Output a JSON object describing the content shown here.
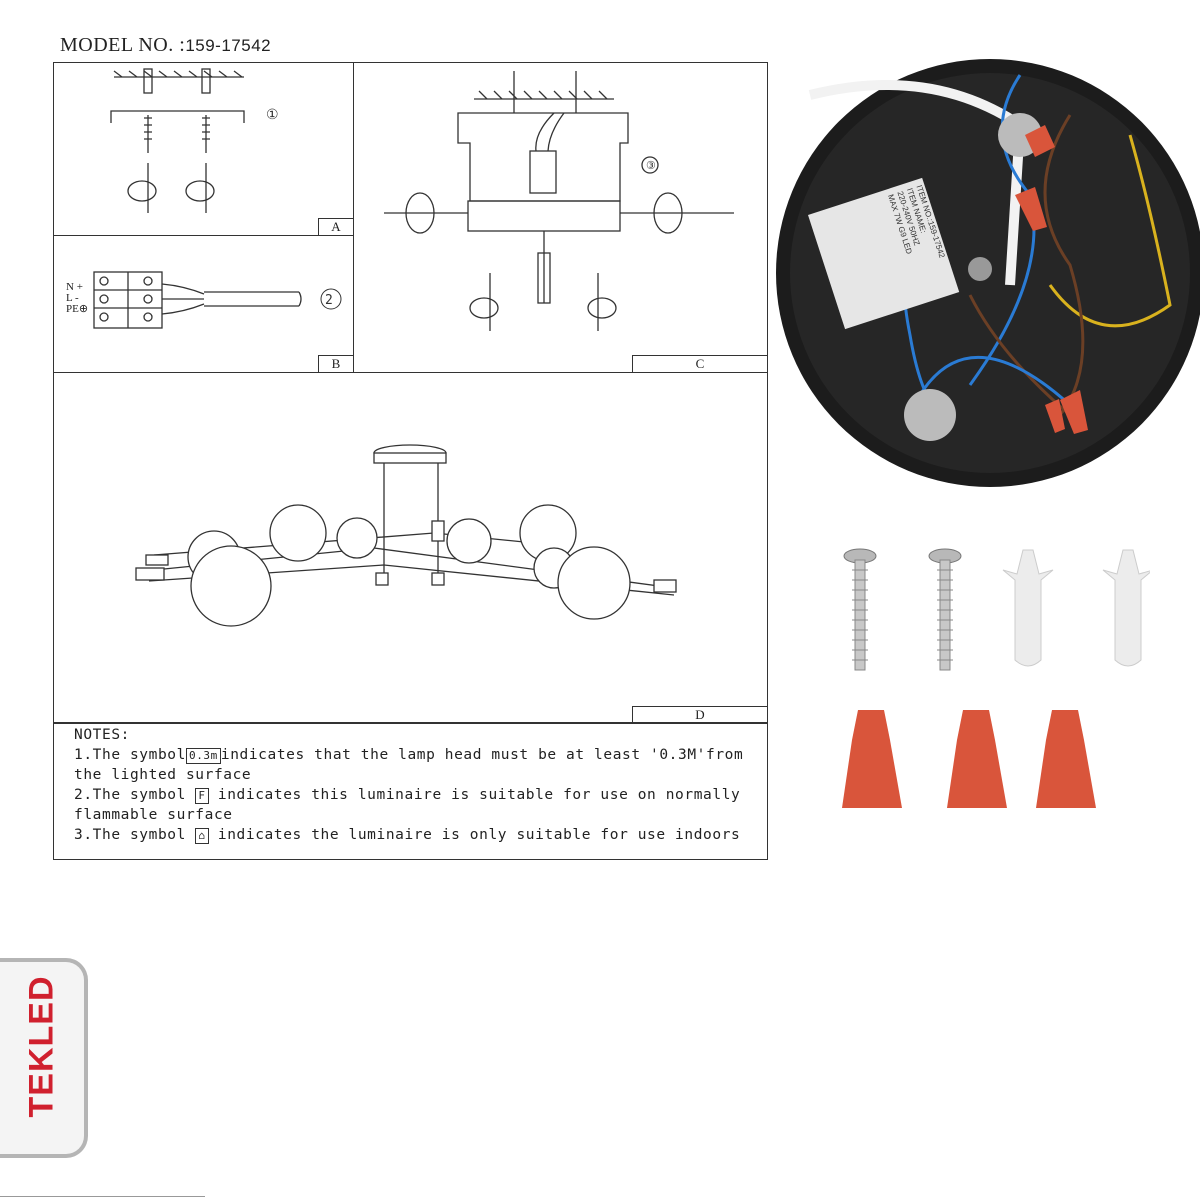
{
  "header": {
    "model_label": "MODEL NO. :",
    "model_number": "159-17542"
  },
  "panels": {
    "a": {
      "tag": "A",
      "step": "①"
    },
    "b": {
      "tag": "B",
      "step": "②",
      "terminals": [
        "N +",
        "L -",
        "PE⊕"
      ]
    },
    "c": {
      "tag": "C",
      "step": "③"
    },
    "d": {
      "tag": "D"
    }
  },
  "notes": {
    "title": "NOTES:",
    "items": [
      {
        "prefix": "1.The symbol",
        "symbol": "0.3m",
        "text": "indicates that the lamp head must be at least '0.3M'from",
        "cont": "the lighted surface"
      },
      {
        "prefix": "2.The symbol",
        "symbol": "F",
        "text": "indicates this luminaire is suitable for use on normally",
        "cont": "flammable surface"
      },
      {
        "prefix": "3.The symbol",
        "symbol": "⌂",
        "text": "indicates the luminaire is only suitable for use indoors",
        "cont": ""
      }
    ]
  },
  "label": {
    "lines": [
      "ITEM NO.:159-17542",
      "ITEM NAME:",
      "220-240V 50HZ",
      "MAX 7W G9 LED"
    ]
  },
  "logo": {
    "text": "TEKLED"
  },
  "colors": {
    "wire_nut": "#d9553b",
    "base": "#1c1c1c",
    "logo_red": "#d0202e",
    "logo_grey": "#a8a8a8"
  }
}
